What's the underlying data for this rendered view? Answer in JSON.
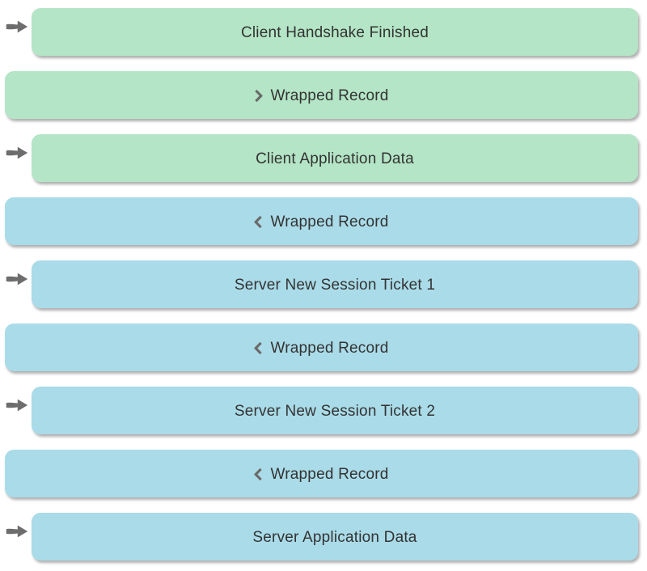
{
  "colors": {
    "client_bg": "#b4e5c6",
    "server_bg": "#aadbe8",
    "text_color": "#333333",
    "icon_gray": "#6d6d6d"
  },
  "icons": {
    "sent_arrow": "right-block-arrow",
    "chevron_right": "❯",
    "chevron_left": "❮"
  },
  "rows": [
    {
      "label": "Client Handshake Finished",
      "actor": "client",
      "arrow": true,
      "chevron": null
    },
    {
      "label": "Wrapped Record",
      "actor": "client",
      "arrow": false,
      "chevron": "right"
    },
    {
      "label": "Client Application Data",
      "actor": "client",
      "arrow": true,
      "chevron": null
    },
    {
      "label": "Wrapped Record",
      "actor": "server",
      "arrow": false,
      "chevron": "left"
    },
    {
      "label": "Server New Session Ticket 1",
      "actor": "server",
      "arrow": true,
      "chevron": null
    },
    {
      "label": "Wrapped Record",
      "actor": "server",
      "arrow": false,
      "chevron": "left"
    },
    {
      "label": "Server New Session Ticket 2",
      "actor": "server",
      "arrow": true,
      "chevron": null
    },
    {
      "label": "Wrapped Record",
      "actor": "server",
      "arrow": false,
      "chevron": "left"
    },
    {
      "label": "Server Application Data",
      "actor": "server",
      "arrow": true,
      "chevron": null
    }
  ]
}
